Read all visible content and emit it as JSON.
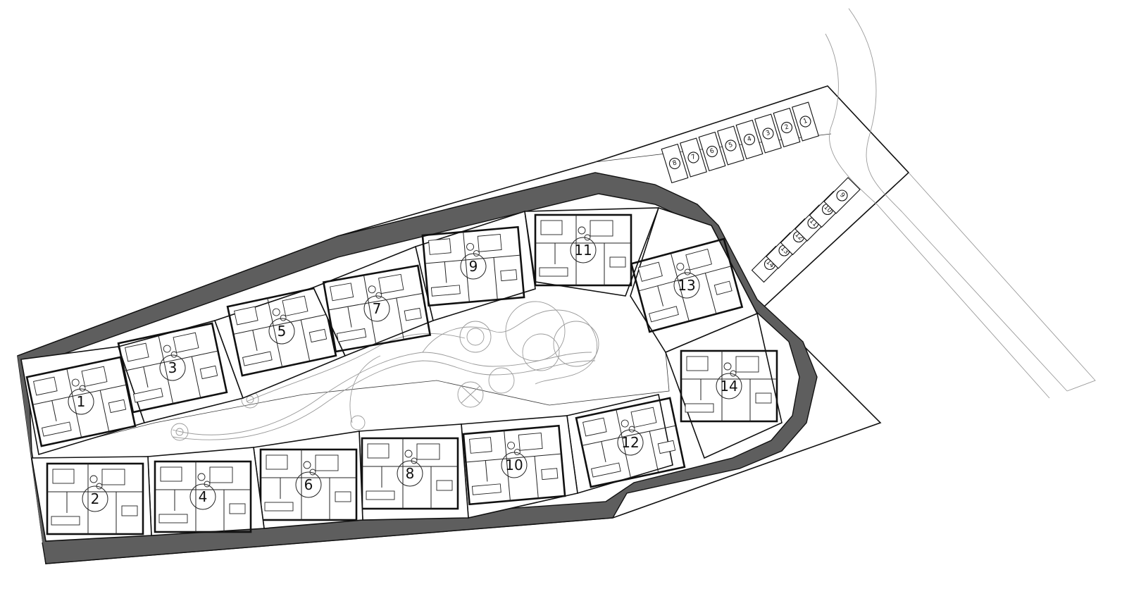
{
  "units": [
    {
      "label": "1"
    },
    {
      "label": "3"
    },
    {
      "label": "5"
    },
    {
      "label": "7"
    },
    {
      "label": "9"
    },
    {
      "label": "11"
    },
    {
      "label": "13"
    },
    {
      "label": "14"
    },
    {
      "label": "12"
    },
    {
      "label": "10"
    },
    {
      "label": "8"
    },
    {
      "label": "6"
    },
    {
      "label": "4"
    },
    {
      "label": "2"
    }
  ],
  "parking_north": [
    "8",
    "7",
    "6",
    "5",
    "4",
    "3",
    "2",
    "1"
  ],
  "parking_east": [
    "14",
    "13",
    "12",
    "11",
    "10",
    "9"
  ]
}
